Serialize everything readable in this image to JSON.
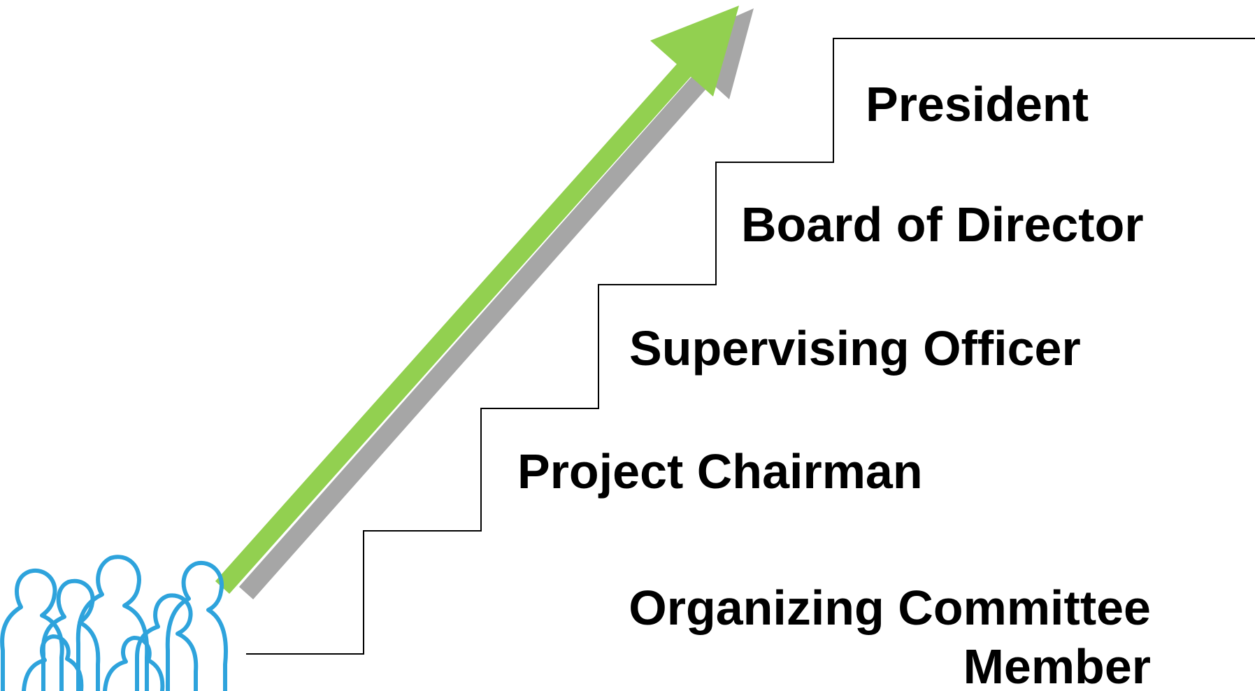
{
  "colors": {
    "arrow": "#92d050",
    "arrow_shadow": "#a6a6a6",
    "stairs": "#000000",
    "people_outline": "#2ea3dc",
    "text": "#000000"
  },
  "steps": [
    {
      "label": "President"
    },
    {
      "label": "Board of Director"
    },
    {
      "label": "Supervising Officer"
    },
    {
      "label": "Project Chairman"
    },
    {
      "label_line1": "Organizing Committee",
      "label_line2": "Member"
    }
  ],
  "icons": {
    "arrow": "up-right-arrow-icon",
    "people": "people-group-icon"
  }
}
